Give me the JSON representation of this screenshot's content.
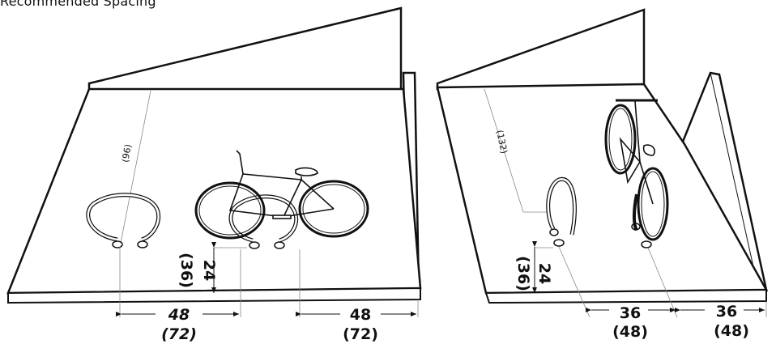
{
  "title": "Recommended Spacing",
  "left_panel": {
    "depth_label": "(96)",
    "clearance_main": "24",
    "clearance_alt": "(36)",
    "spacing_a_main": "48",
    "spacing_a_alt": "(72)",
    "spacing_b_main": "48",
    "spacing_b_alt": "(72)"
  },
  "right_panel": {
    "depth_label": "(132)",
    "clearance_main": "24",
    "clearance_alt": "(36)",
    "spacing_a_main": "36",
    "spacing_a_alt": "(48)",
    "spacing_b_main": "36",
    "spacing_b_alt": "(48)"
  },
  "colors": {
    "line": "#111111",
    "floor": "#ffffff",
    "dim_line": "#777777"
  }
}
